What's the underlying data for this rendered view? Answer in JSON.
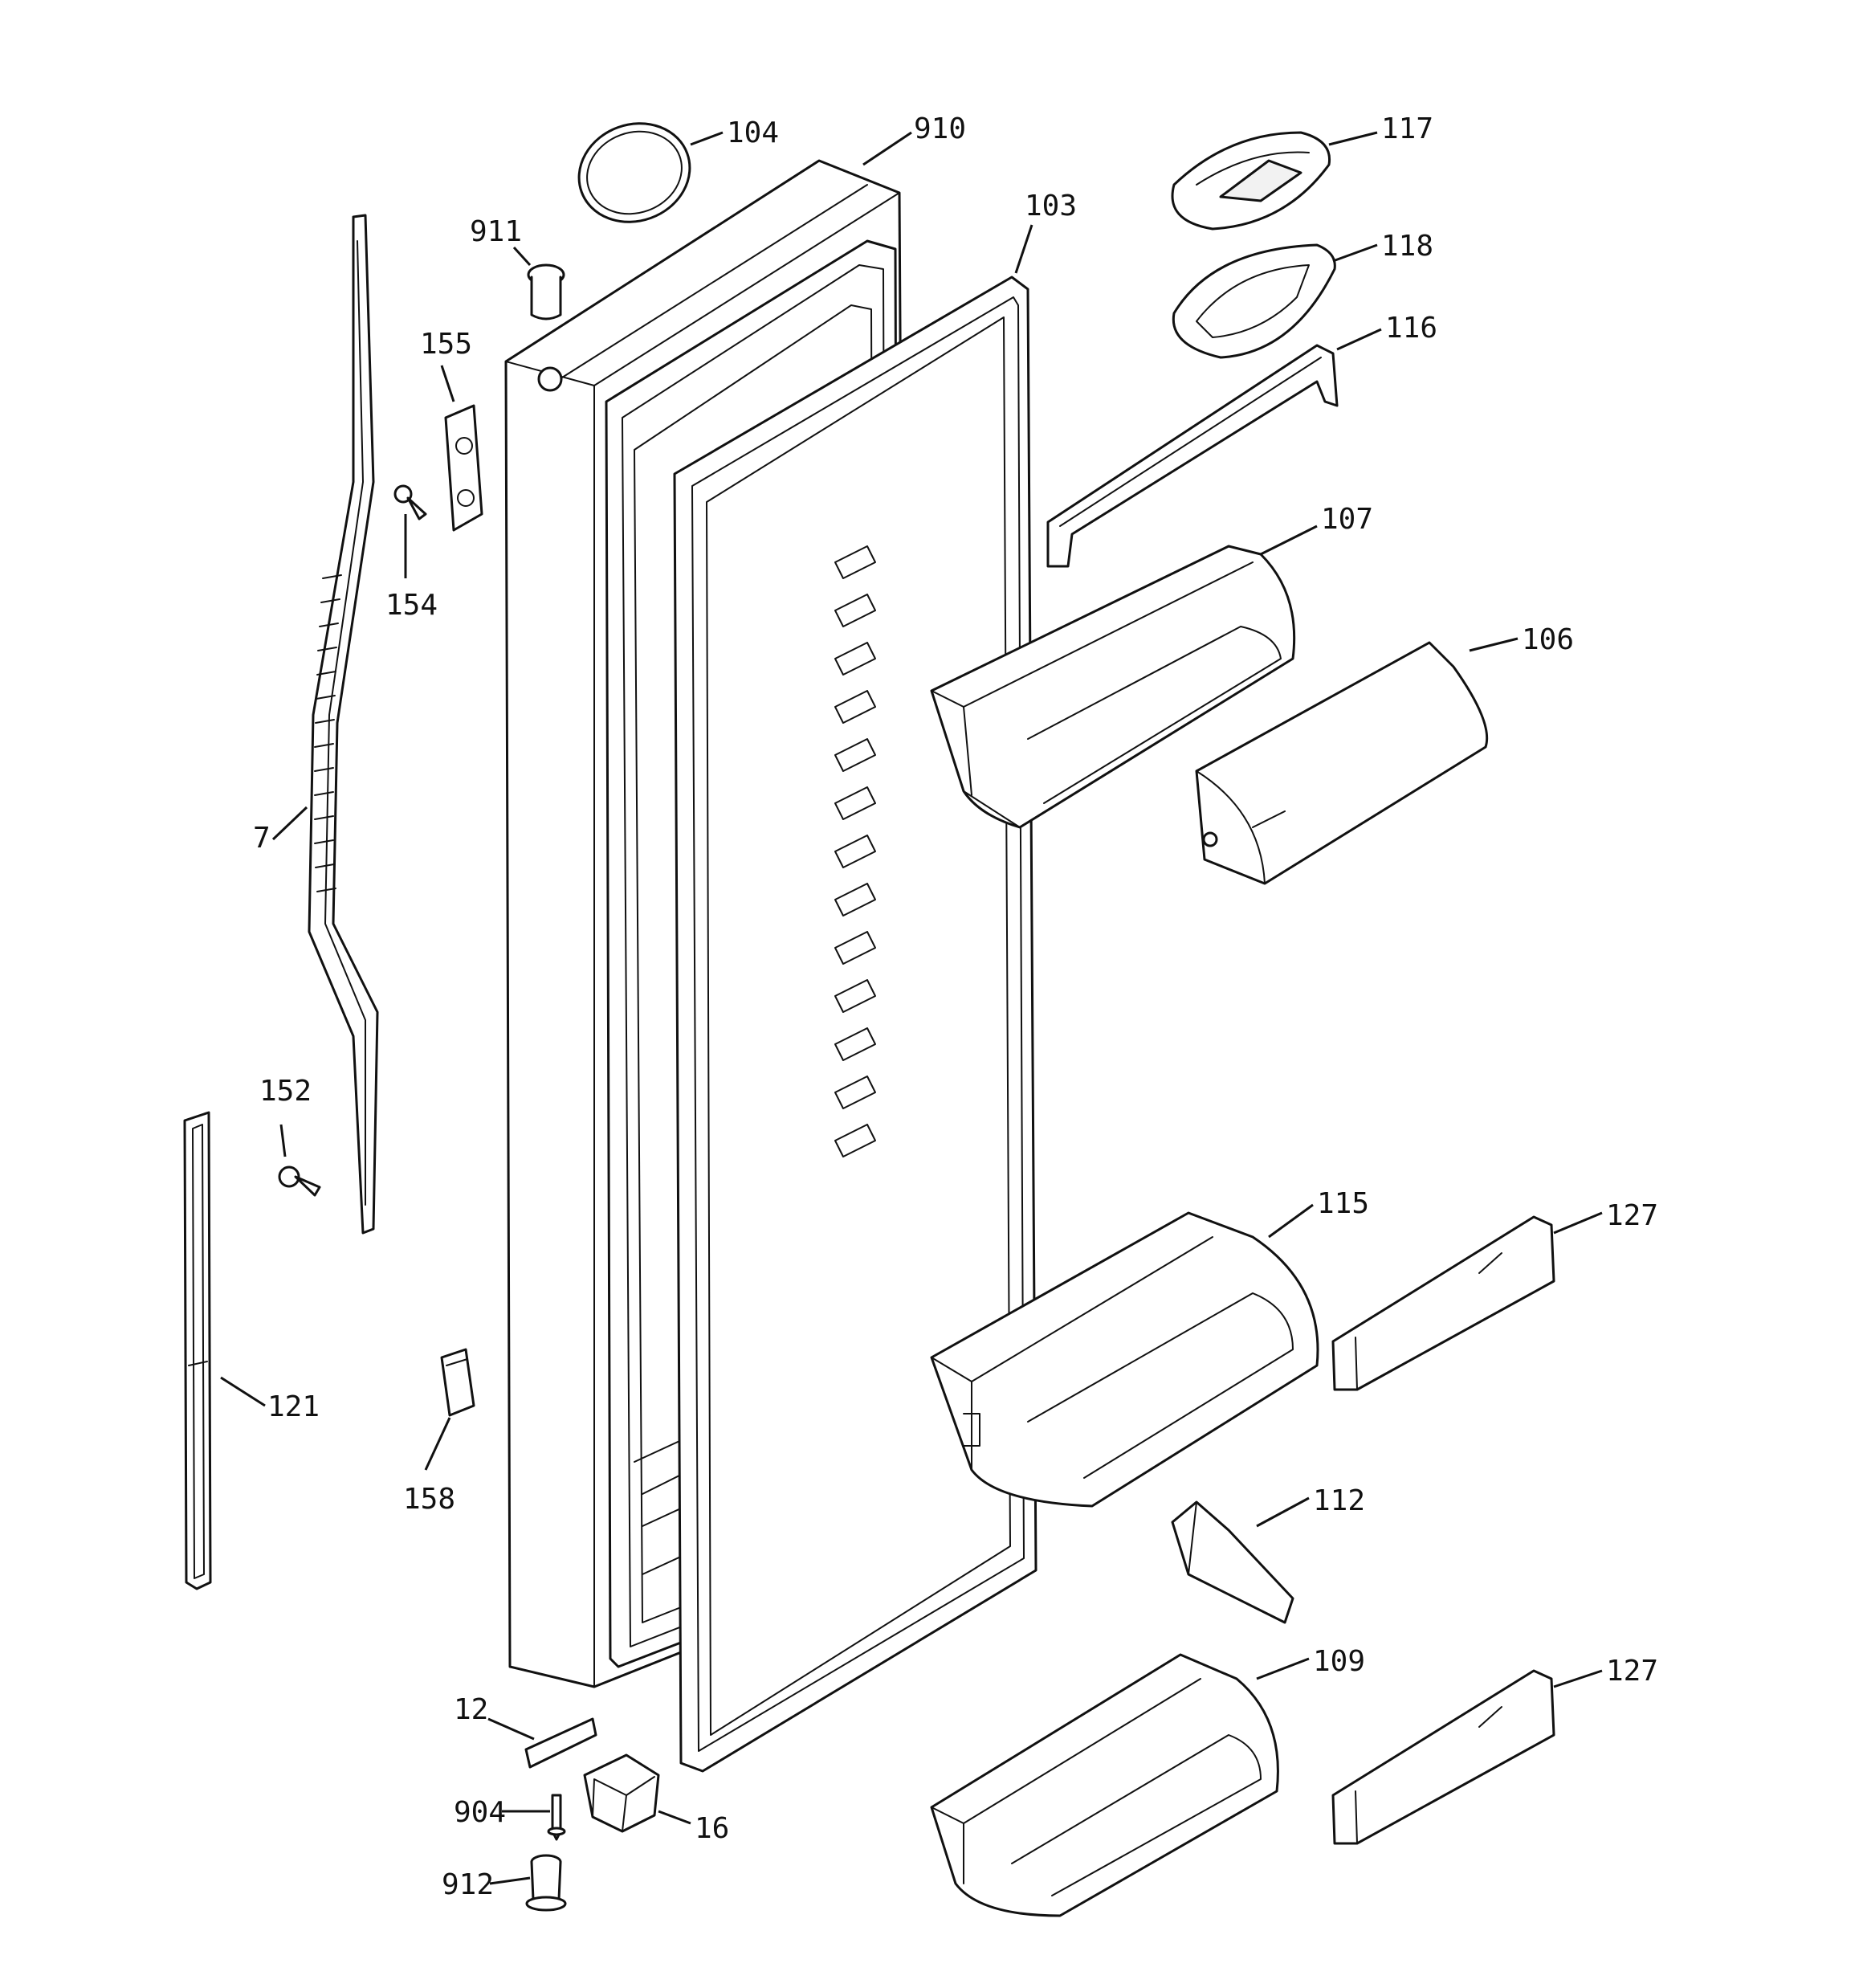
{
  "labels": {
    "p104": "104",
    "p910": "910",
    "p911": "911",
    "p103": "103",
    "p117": "117",
    "p118": "118",
    "p116": "116",
    "p155": "155",
    "p154": "154",
    "p107": "107",
    "p106": "106",
    "p7": "7",
    "p152": "152",
    "p115": "115",
    "p127a": "127",
    "p121": "121",
    "p158": "158",
    "p112": "112",
    "p109": "109",
    "p127b": "127",
    "p12": "12",
    "p904": "904",
    "p16": "16",
    "p912": "912"
  },
  "colors": {
    "line": "#111111",
    "background": "#ffffff"
  }
}
